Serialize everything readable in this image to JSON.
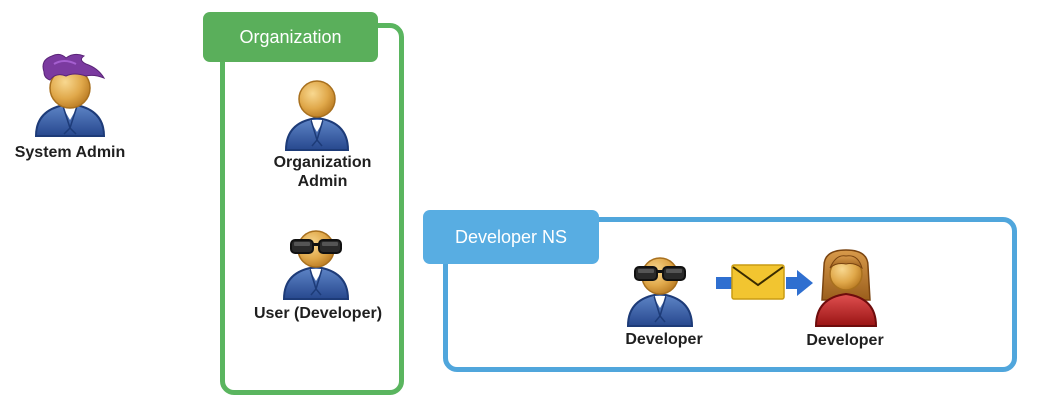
{
  "actors": {
    "system_admin": "System Admin",
    "org_admin_line1": "Organization",
    "org_admin_line2": "Admin",
    "user_developer": "User (Developer)",
    "ns_developer_sender": "Developer",
    "ns_developer_invitee": "Developer"
  },
  "groups": {
    "organization": "Organization",
    "developer_ns": "Developer NS"
  },
  "colors": {
    "organization_green": "#5ab55f",
    "namespace_blue": "#50a6dc",
    "arrow_blue": "#2f6fd0",
    "envelope_yellow": "#f2c530",
    "hair_purple": "#7b3aa0"
  },
  "icons": {
    "system_admin": "admin-person-icon",
    "org_admin": "person-icon",
    "developer": "glasses-person-icon",
    "invitee": "female-person-icon",
    "invitation": "envelope-icon"
  }
}
